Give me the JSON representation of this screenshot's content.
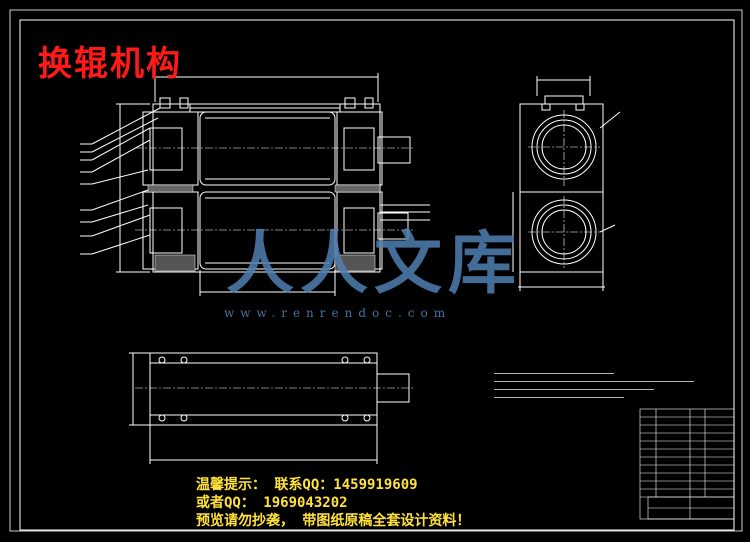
{
  "title": "换辊机构",
  "watermark": {
    "text": "人人文库",
    "url": "www.renrendoc.com"
  },
  "tips": {
    "line1": "温馨提示： 联系QQ：1459919609",
    "line2": "或者QQ： 1969043202",
    "line3": "预览请勿抄袭， 带图纸原稿全套设计资料！"
  },
  "colors": {
    "background": "#000000",
    "lines": "#ffffff",
    "title": "#ff1a1a",
    "tips": "#ffe23a",
    "watermark": "#4f7fb2"
  }
}
